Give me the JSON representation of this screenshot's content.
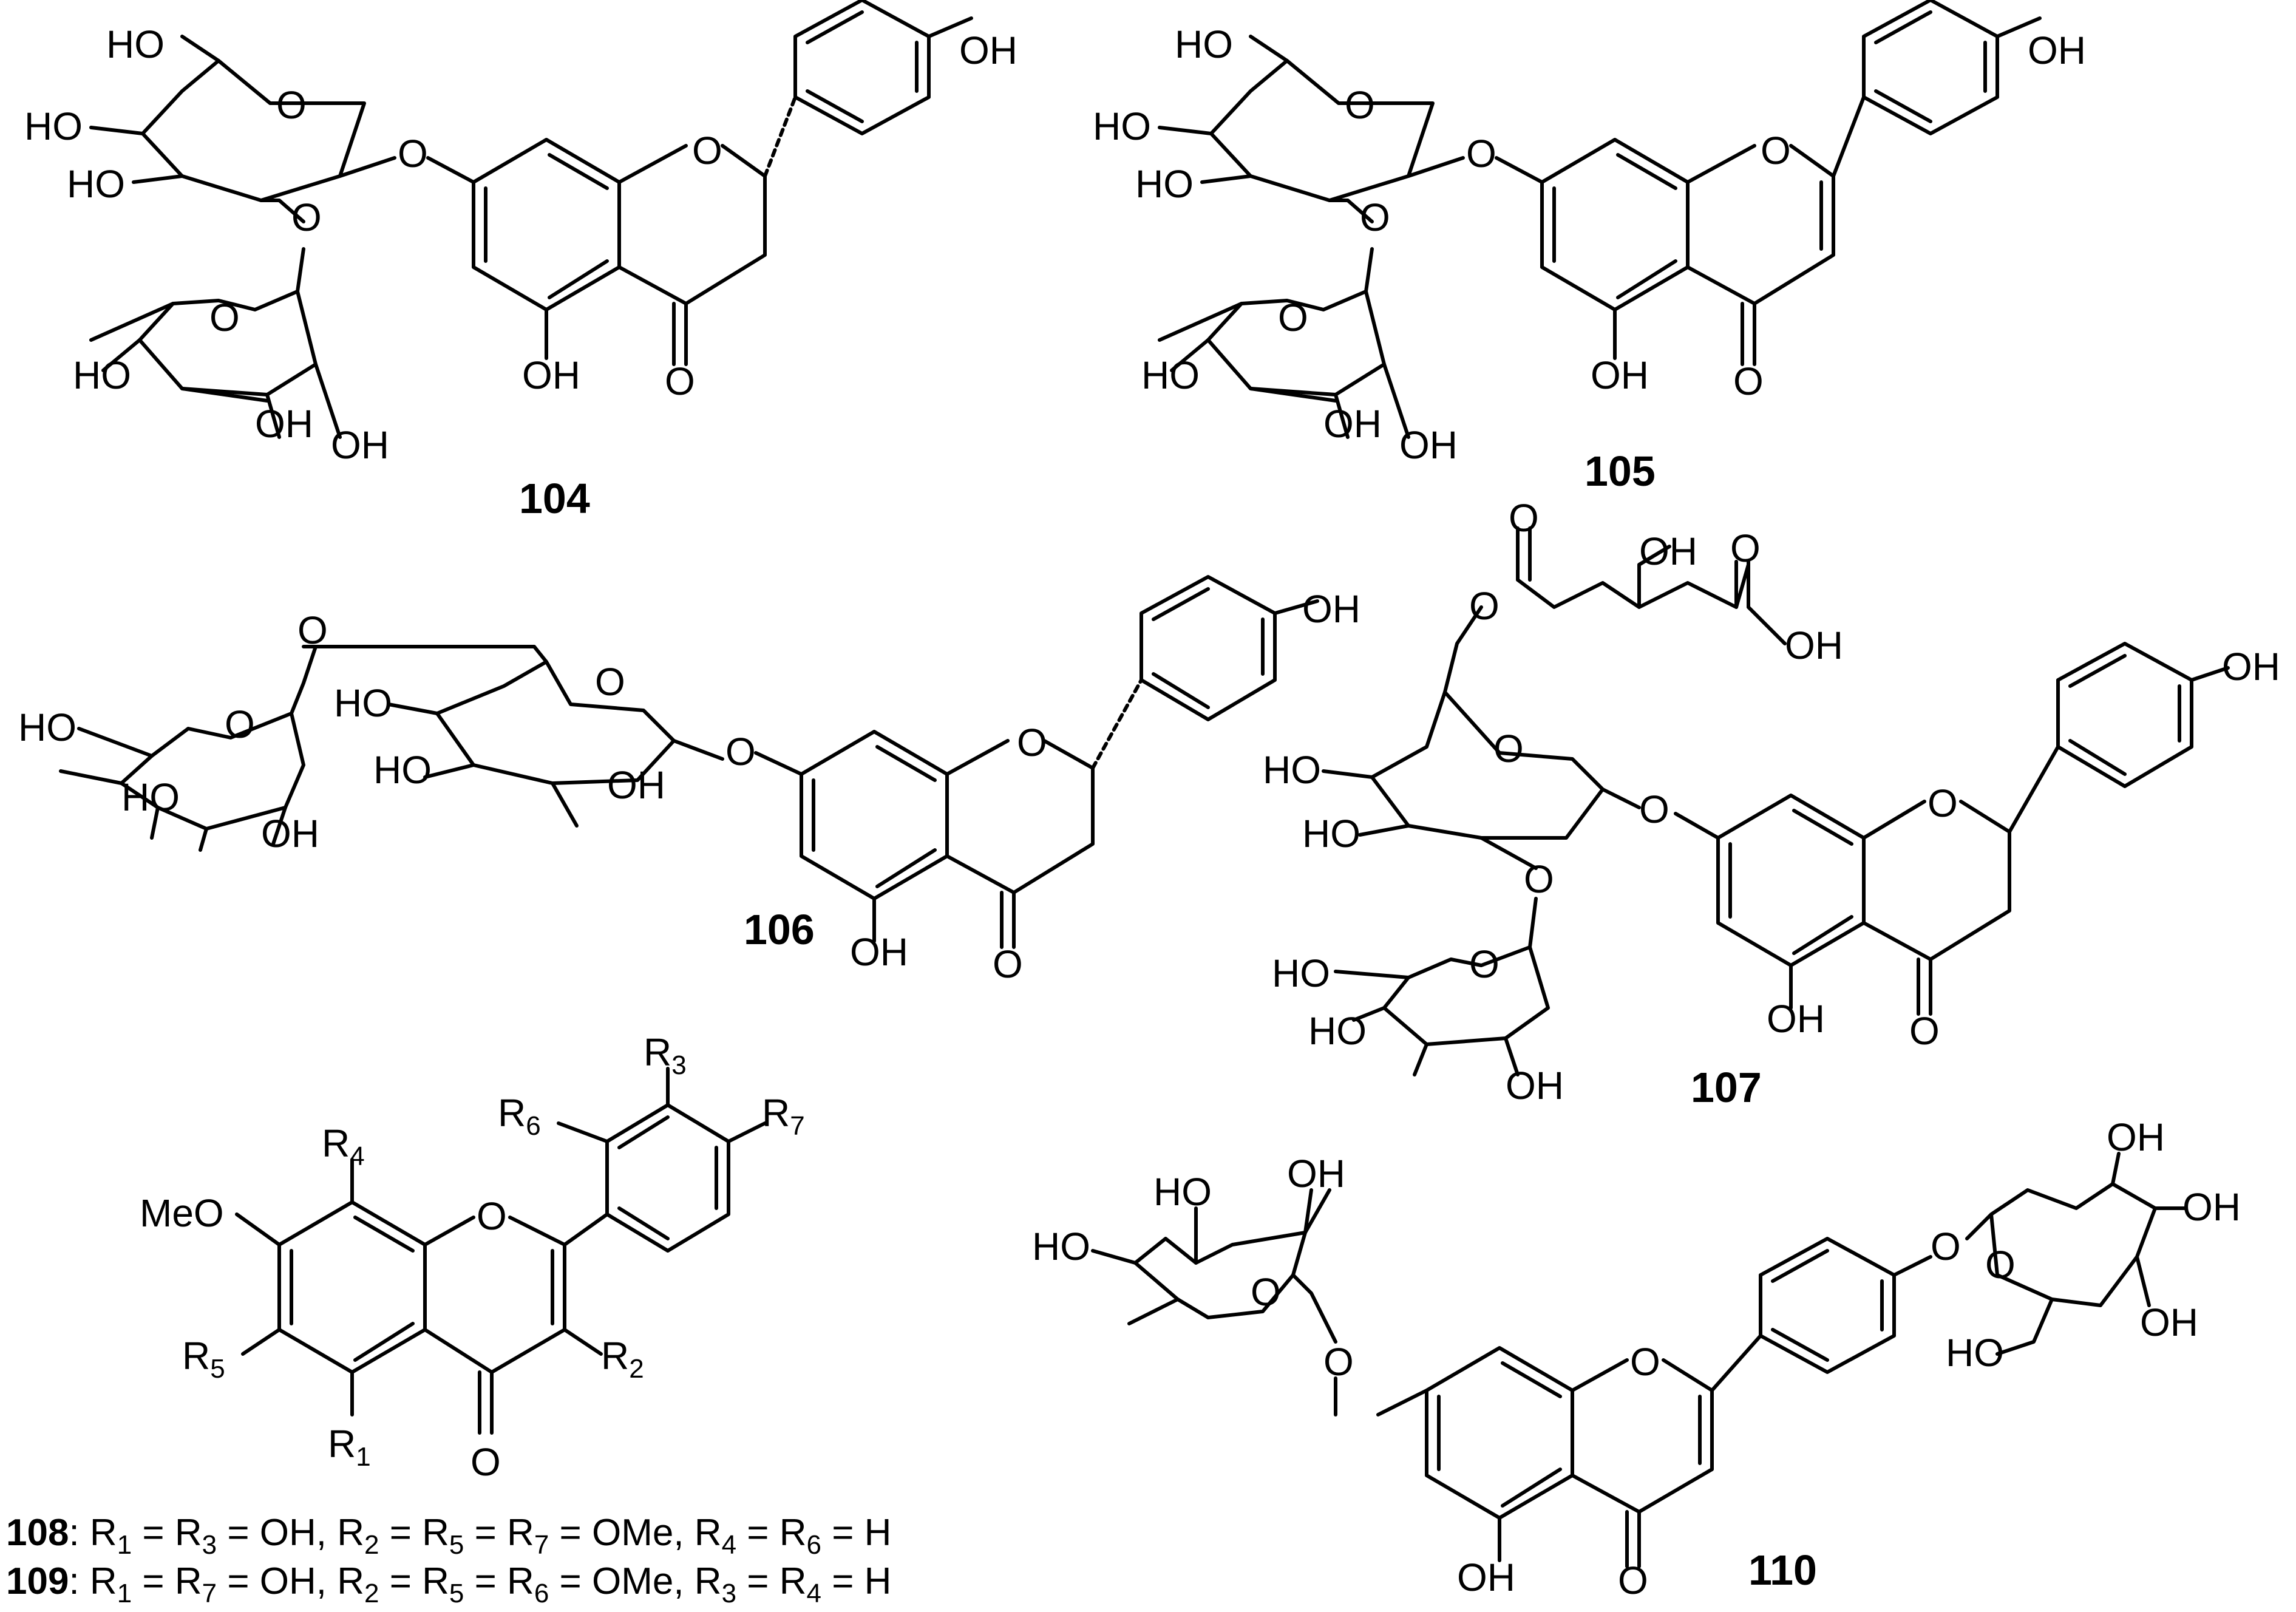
{
  "compounds": [
    {
      "id": "104",
      "atoms": {
        "ho_ch2": "HO",
        "ho_glc4": "HO",
        "ho_glc3": "HO",
        "o_ring": "O",
        "o_glyc": "O",
        "o_21": "O",
        "o_rham": "O",
        "ho_rh4": "HO",
        "oh_rh3": "OH",
        "oh_rh2": "OH",
        "o_c1": "O",
        "oh_5": "OH",
        "o_4": "O",
        "oh_b": "OH"
      }
    },
    {
      "id": "105",
      "atoms": {
        "ho_ch2": "HO",
        "ho_glc4": "HO",
        "ho_glc3": "HO",
        "o_ring": "O",
        "o_glyc": "O",
        "o_21": "O",
        "o_rham": "O",
        "ho_rh4": "HO",
        "oh_rh3": "OH",
        "oh_rh2": "OH",
        "o_c1": "O",
        "oh_5": "OH",
        "o_4": "O",
        "oh_b": "OH"
      }
    },
    {
      "id": "106",
      "atoms": {
        "o_link": "O",
        "o_rham": "O",
        "ho_rh4": "HO",
        "ho_rh3": "HO",
        "oh_rh2": "OH",
        "ho_glc4": "HO",
        "ho_glc3": "HO",
        "oh_glc2": "OH",
        "o_ring": "O",
        "o_glyc": "O",
        "o_c1": "O",
        "oh_5": "OH",
        "o_4": "O",
        "oh_b": "OH"
      }
    },
    {
      "id": "107",
      "atoms": {
        "o_ester_co": "O",
        "o_ester": "O",
        "oh_c3": "OH",
        "o_acid_co": "O",
        "oh_acid": "OH",
        "ho_glc4": "HO",
        "ho_glc3": "HO",
        "o_ring": "O",
        "o_glyc": "O",
        "o_21": "O",
        "o_rham": "O",
        "ho_rh4": "HO",
        "ho_rh3": "HO",
        "oh_rh2": "OH",
        "o_c1": "O",
        "oh_5": "OH",
        "o_4": "O",
        "oh_b": "OH"
      }
    },
    {
      "id": "108/109",
      "atoms": {
        "meo": "MeO",
        "o_c1": "O",
        "o_4": "O",
        "r_letter": "R"
      },
      "r_groups": [
        "1",
        "2",
        "3",
        "4",
        "5",
        "6",
        "7"
      ]
    },
    {
      "id": "110",
      "atoms": {
        "ho_rh3a": "HO",
        "oh_rh2": "OH",
        "ho_rh4": "HO",
        "o_rham": "O",
        "o_7": "O",
        "o_c1": "O",
        "oh_5": "OH",
        "o_4": "O",
        "o_4p": "O",
        "o_glc_ring": "O",
        "oh_g2": "OH",
        "oh_g3": "OH",
        "oh_g4": "OH",
        "ho_ch2": "HO"
      }
    }
  ],
  "footnotes": [
    {
      "id": "108",
      "sep": ": ",
      "parts": [
        "R",
        "1",
        " = R",
        "3",
        " = OH, R",
        "2",
        " = R",
        "5",
        " = R",
        "7",
        " = OMe, R",
        "4",
        " = R",
        "6",
        " = H"
      ]
    },
    {
      "id": "109",
      "sep": ": ",
      "parts": [
        "R",
        "1",
        " = R",
        "7",
        " = OH, R",
        "2",
        " = R",
        "5",
        " = R",
        "6",
        " = OMe, R",
        "3",
        " = R",
        "4",
        " = H"
      ]
    }
  ]
}
